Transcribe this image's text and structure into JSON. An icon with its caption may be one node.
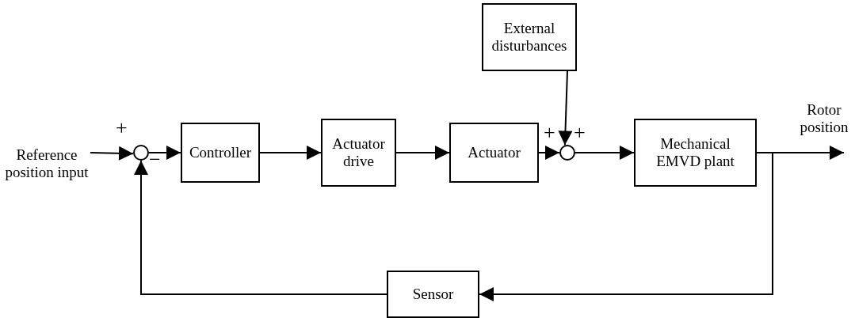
{
  "diagram": {
    "nodes": [
      {
        "text": [
          "Reference position input"
        ]
      },
      {
        "text": [],
        "shape": "circle",
        "beside": [
          "+",
          "−"
        ]
      },
      {
        "text": [
          "Controller"
        ]
      },
      {
        "text": [
          "Actuator drive"
        ]
      },
      {
        "text": [
          "Actuator"
        ]
      },
      {
        "text": [
          "External disturbances"
        ]
      },
      {
        "text": [],
        "shape": "circle",
        "beside": [
          "+",
          "+"
        ]
      },
      {
        "text": [
          "Mechanical EMVD plant"
        ]
      },
      {
        "text": [
          "Sensor"
        ]
      }
    ],
    "edges": [
      {
        "from": 0,
        "to": 1,
        "arrow": "to"
      },
      {
        "from": 1,
        "to": 2,
        "arrow": "to"
      },
      {
        "from": 2,
        "to": 3,
        "arrow": "to"
      },
      {
        "from": 3,
        "to": 4,
        "arrow": "to"
      },
      {
        "from": 4,
        "to": 6,
        "arrow": "to"
      },
      {
        "from": 5,
        "to": 6,
        "arrow": "to"
      },
      {
        "from": 6,
        "to": 7,
        "arrow": "to"
      },
      {
        "from": 7,
        "to": null,
        "arrow": "to",
        "label": "Rotor position"
      },
      {
        "from": 7,
        "to": 8,
        "arrow": "to"
      },
      {
        "from": 8,
        "to": 1,
        "arrow": "to"
      }
    ]
  }
}
